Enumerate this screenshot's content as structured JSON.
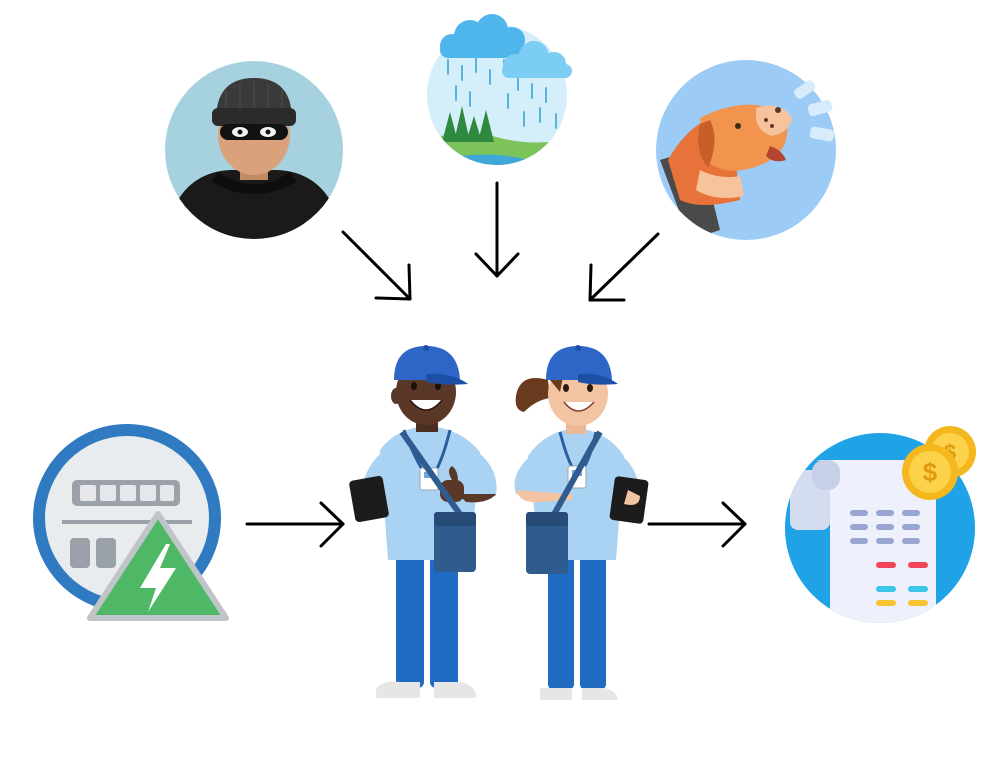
{
  "diagram": {
    "hazards": [
      {
        "name": "burglar",
        "icon": "burglar-icon"
      },
      {
        "name": "rain-storm",
        "icon": "rain-cloud-icon"
      },
      {
        "name": "barking-dog",
        "icon": "dog-icon"
      }
    ],
    "center": {
      "name": "meter-readers",
      "icon": "meter-reader-workers-icon"
    },
    "input": {
      "name": "electric-meter",
      "icon": "electric-meter-icon"
    },
    "output": {
      "name": "bill-payment",
      "icon": "bill-with-coins-icon"
    }
  },
  "colors": {
    "uniform_shirt": "#a9d2f3",
    "uniform_pants": "#1f6bc1",
    "cap": "#2d66c6",
    "bag": "#2f5b8f",
    "meter_ring": "#2f7ac0",
    "warning_green": "#4fb867",
    "receipt_blue": "#1fa3e6",
    "coin_gold": "#f4b81e",
    "dog_orange": "#f0853e",
    "arrow": "#000000"
  }
}
